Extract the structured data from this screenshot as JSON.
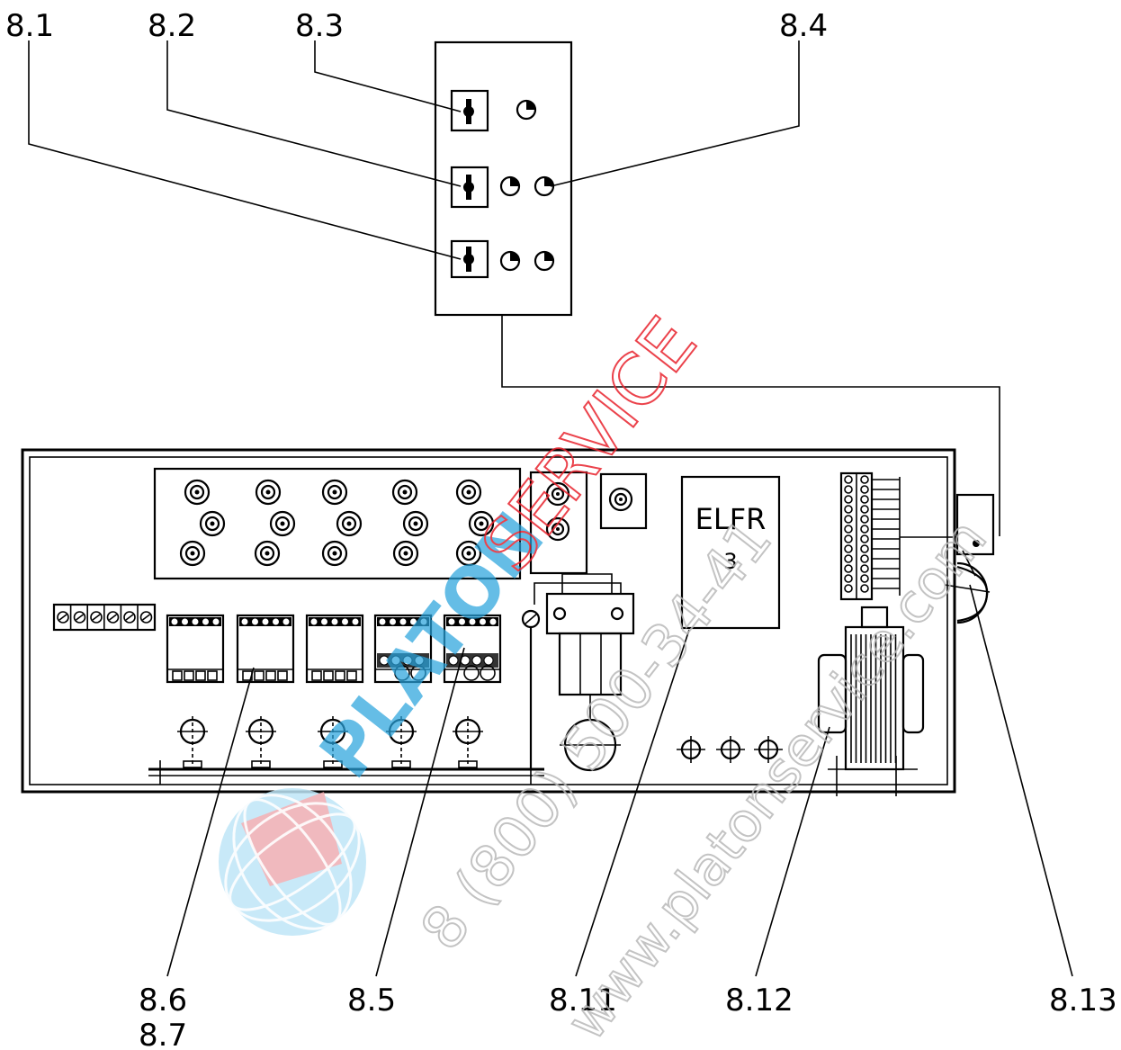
{
  "labels": {
    "l81": "8.1",
    "l82": "8.2",
    "l83": "8.3",
    "l84": "8.4",
    "l86": "8.6",
    "l87": "8.7",
    "l85": "8.5",
    "l811": "8.11",
    "l812": "8.12",
    "l813": "8.13"
  },
  "module": {
    "name": "ELFR",
    "number": "3"
  },
  "watermark": {
    "brand_left": "PLATON",
    "brand_right": "SERVICE",
    "phone": "8 (800) 500-34-41",
    "site": "www.platonservice.com",
    "brand_color": "#2aa4dc",
    "accent_color": "#e8222c"
  }
}
